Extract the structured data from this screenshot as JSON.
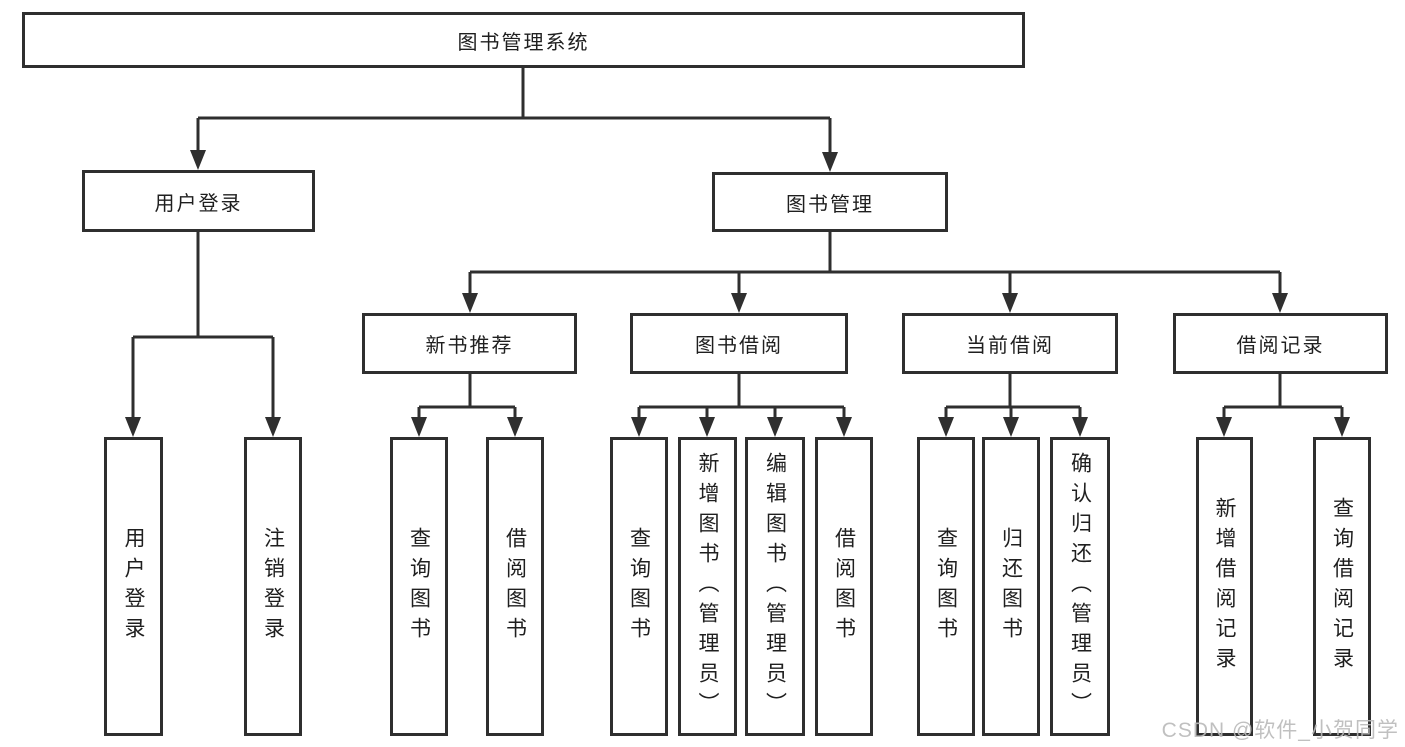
{
  "diagram": {
    "title": "图书管理系统",
    "branches": [
      {
        "label": "用户登录",
        "children": [
          {
            "label": "用户登录"
          },
          {
            "label": "注销登录"
          }
        ]
      },
      {
        "label": "图书管理",
        "children": [
          {
            "label": "新书推荐",
            "children": [
              {
                "label": "查询图书"
              },
              {
                "label": "借阅图书"
              }
            ]
          },
          {
            "label": "图书借阅",
            "children": [
              {
                "label": "查询图书"
              },
              {
                "label": "新增图书（管理员）"
              },
              {
                "label": "编辑图书（管理员）"
              },
              {
                "label": "借阅图书"
              }
            ]
          },
          {
            "label": "当前借阅",
            "children": [
              {
                "label": "查询图书"
              },
              {
                "label": "归还图书"
              },
              {
                "label": "确认归还（管理员）"
              }
            ]
          },
          {
            "label": "借阅记录",
            "children": [
              {
                "label": "新增借阅记录"
              },
              {
                "label": "查询借阅记录"
              }
            ]
          }
        ]
      }
    ]
  },
  "watermark": {
    "text": "CSDN @软件_小贺同学",
    "color": "#b9b9b9"
  },
  "colors": {
    "line": "#2f2f2f",
    "box_border": "#2f2f2f",
    "box_background": "#ffffff",
    "text": "#1f1f1f",
    "page_background": "#ffffff"
  }
}
